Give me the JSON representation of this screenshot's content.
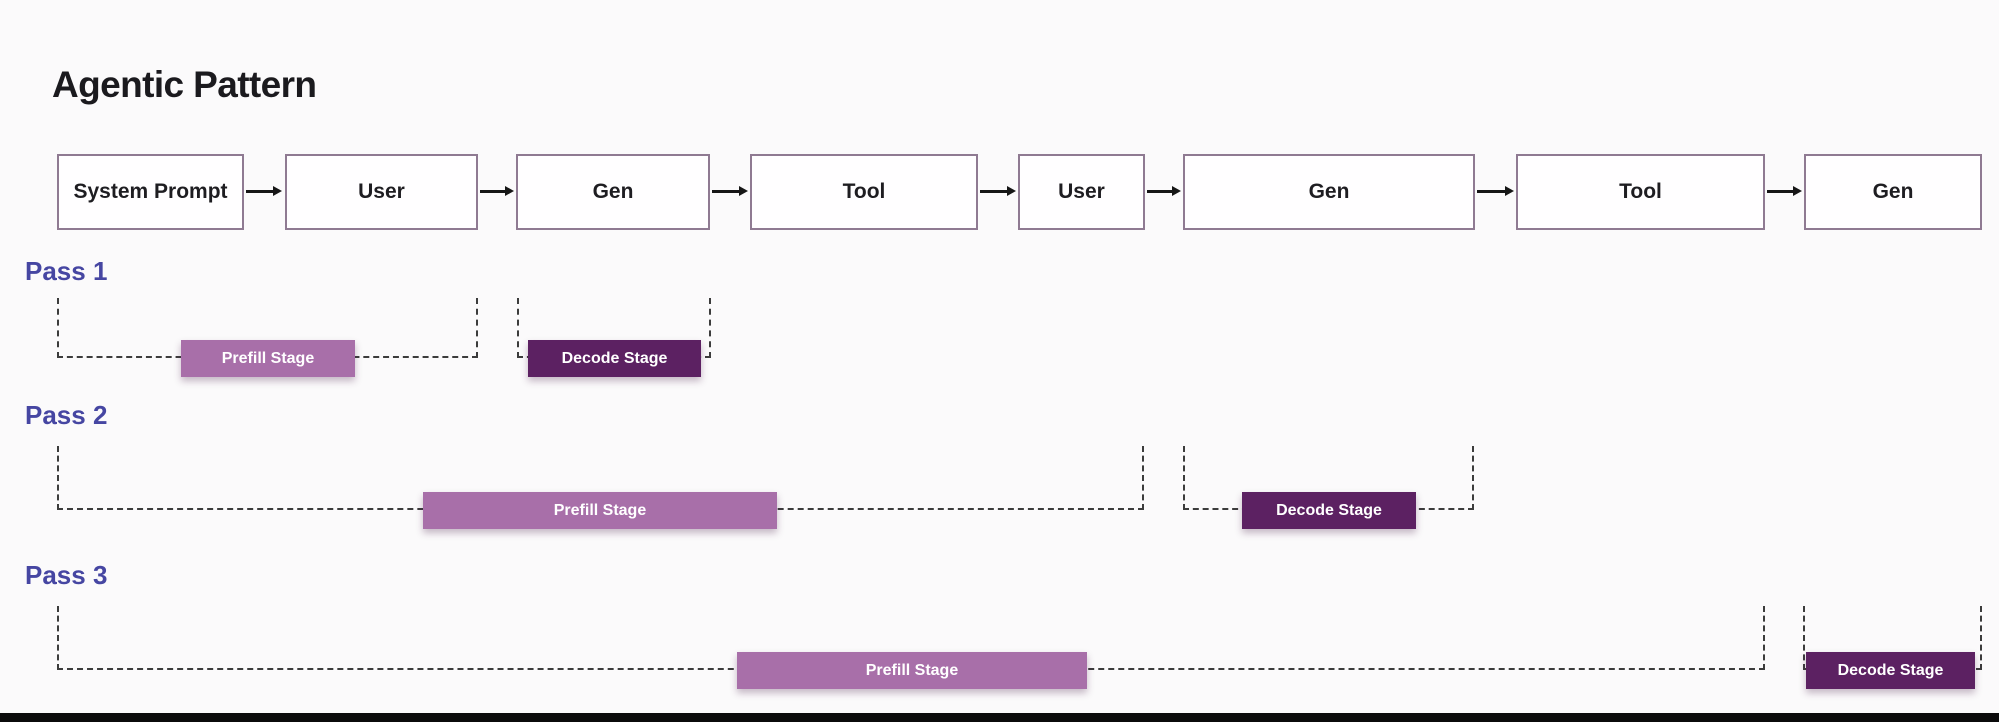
{
  "title": "Agentic Pattern",
  "flow": {
    "boxes": [
      {
        "label": "System Prompt"
      },
      {
        "label": "User"
      },
      {
        "label": "Gen"
      },
      {
        "label": "Tool"
      },
      {
        "label": "User"
      },
      {
        "label": "Gen"
      },
      {
        "label": "Tool"
      },
      {
        "label": "Gen"
      }
    ]
  },
  "passes": [
    {
      "label": "Pass 1",
      "prefill_label": "Prefill Stage",
      "decode_label": "Decode Stage"
    },
    {
      "label": "Pass 2",
      "prefill_label": "Prefill Stage",
      "decode_label": "Decode Stage"
    },
    {
      "label": "Pass 3",
      "prefill_label": "Prefill Stage",
      "decode_label": "Decode Stage"
    }
  ],
  "colors": {
    "background": "#fbfafb",
    "title_text": "#1b1a1e",
    "flow_box_border": "#8f7a92",
    "flow_box_fill": "#fffeff",
    "pass_label_text": "#4646a2",
    "dashed_bracket": "#3c3c3c",
    "prefill_stage": "#a86fa9",
    "decode_stage": "#5c2162",
    "stage_text": "#ffffff",
    "arrow": "#161616",
    "bottom_bar": "#0b0b0b"
  }
}
